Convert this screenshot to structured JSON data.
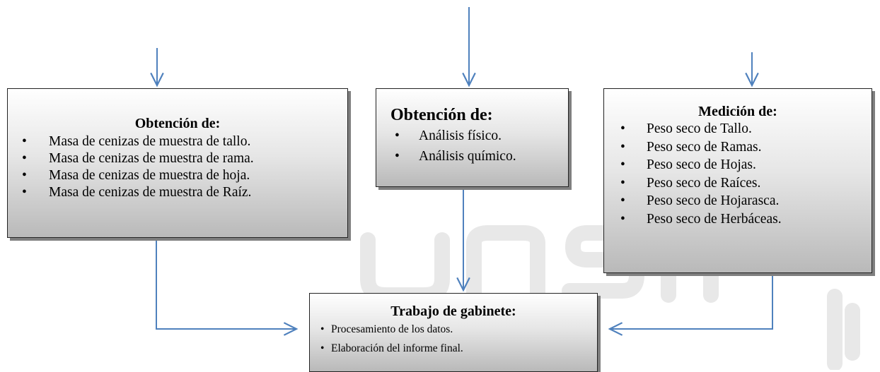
{
  "colors": {
    "connector": "#4f81bd",
    "box_border": "#222222",
    "box_shadow": "#7f7f7f"
  },
  "boxes": {
    "ashes": {
      "title": "Obtención de:",
      "items": [
        "Masa de cenizas de muestra de tallo.",
        "Masa de cenizas de muestra de rama.",
        "Masa de cenizas de muestra de hoja.",
        "Masa de cenizas de muestra de Raíz."
      ]
    },
    "soil": {
      "title": "Obtención de:",
      "items": [
        "Análisis físico.",
        "Análisis químico."
      ]
    },
    "dry_weight": {
      "title": "Medición de:",
      "items": [
        "Peso seco de Tallo.",
        "Peso seco de Ramas.",
        "Peso seco de Hojas.",
        "Peso seco de Raíces.",
        "Peso seco de Hojarasca.",
        "Peso seco de Herbáceas."
      ]
    },
    "cabinet": {
      "title": "Trabajo de gabinete:",
      "items": [
        "Procesamiento de los datos.",
        "Elaboración del informe final."
      ]
    }
  }
}
